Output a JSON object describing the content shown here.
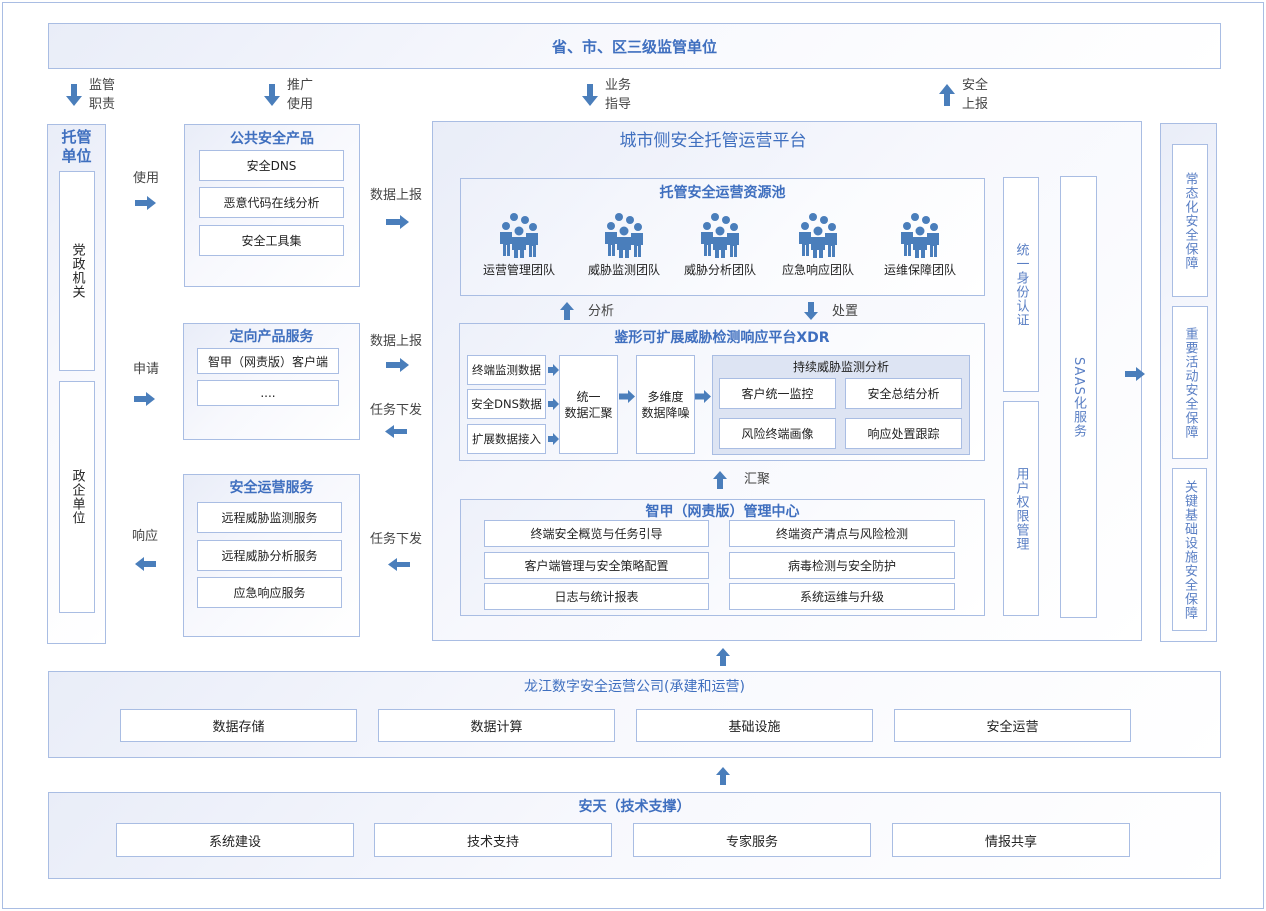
{
  "top": {
    "title": "省、市、区三级监管单位"
  },
  "top_arrows": [
    {
      "label": "监管\n职责",
      "line1": "监管",
      "line2": "职责",
      "direction": "down"
    },
    {
      "label": "推广\n使用",
      "line1": "推广",
      "line2": "使用",
      "direction": "down"
    },
    {
      "label": "业务\n指导",
      "line1": "业务",
      "line2": "指导",
      "direction": "down"
    },
    {
      "label": "安全\n上报",
      "line1": "安全",
      "line2": "上报",
      "direction": "up"
    }
  ],
  "hosted_units": {
    "title": "托管单位",
    "items": [
      "党政机关",
      "政企单位"
    ]
  },
  "left_flows": [
    {
      "label": "使用",
      "direction": "right"
    },
    {
      "label": "申请",
      "direction": "right"
    },
    {
      "label": "响应",
      "direction": "left"
    }
  ],
  "public_products": {
    "title": "公共安全产品",
    "items": [
      "安全DNS",
      "恶意代码在线分析",
      "安全工具集"
    ]
  },
  "targeted_services": {
    "title": "定向产品服务",
    "items": [
      "智甲（网责版）客户端",
      "...."
    ]
  },
  "ops_services": {
    "title": "安全运营服务",
    "items": [
      "远程威胁监测服务",
      "远程威胁分析服务",
      "应急响应服务"
    ]
  },
  "mid_flows": [
    {
      "label": "数据上报",
      "direction": "right"
    },
    {
      "label": "数据上报",
      "direction": "right"
    },
    {
      "label": "任务下发",
      "direction": "left"
    },
    {
      "label": "任务下发",
      "direction": "left"
    }
  ],
  "platform": {
    "title": "城市侧安全托管运营平台",
    "resource_pool": {
      "title": "托管安全运营资源池",
      "teams": [
        "运营管理团队",
        "威胁监测团队",
        "威胁分析团队",
        "应急响应团队",
        "运维保障团队"
      ]
    },
    "flow_analyze": "分析",
    "flow_dispose": "处置",
    "xdr": {
      "title": "鉴形可扩展威胁检测响应平台XDR",
      "inputs": [
        "终端监测数据",
        "安全DNS数据",
        "扩展数据接入"
      ],
      "aggregate": "统一\n数据汇聚",
      "aggregate_l1": "统一",
      "aggregate_l2": "数据汇聚",
      "denoise_l1": "多维度",
      "denoise_l2": "数据降噪",
      "analysis": {
        "title": "持续威胁监测分析",
        "items": [
          "客户统一监控",
          "安全总结分析",
          "风险终端画像",
          "响应处置跟踪"
        ]
      }
    },
    "flow_gather": "汇聚",
    "mgmt_center": {
      "title": "智甲（网责版）管理中心",
      "items": [
        "终端安全概览与任务引导",
        "终端资产清点与风险检测",
        "客户端管理与安全策略配置",
        "病毒检测与安全防护",
        "日志与统计报表",
        "系统运维与升级"
      ]
    },
    "identity": "统一身份认证",
    "permissions": "用户权限管理",
    "saas": "SAAS化服务"
  },
  "outcomes": [
    "常态化安全保障",
    "重要活动安全保障",
    "关键基础设施安全保障"
  ],
  "operator": {
    "title": "龙江数字安全运营公司(承建和运营)",
    "items": [
      "数据存储",
      "数据计算",
      "基础设施",
      "安全运营"
    ]
  },
  "support": {
    "title": "安天（技术支撑）",
    "items": [
      "系统建设",
      "技术支持",
      "专家服务",
      "情报共享"
    ]
  },
  "colors": {
    "accent": "#3f6fbf",
    "arrow": "#4a7ebb",
    "border": "#a9bde3"
  }
}
